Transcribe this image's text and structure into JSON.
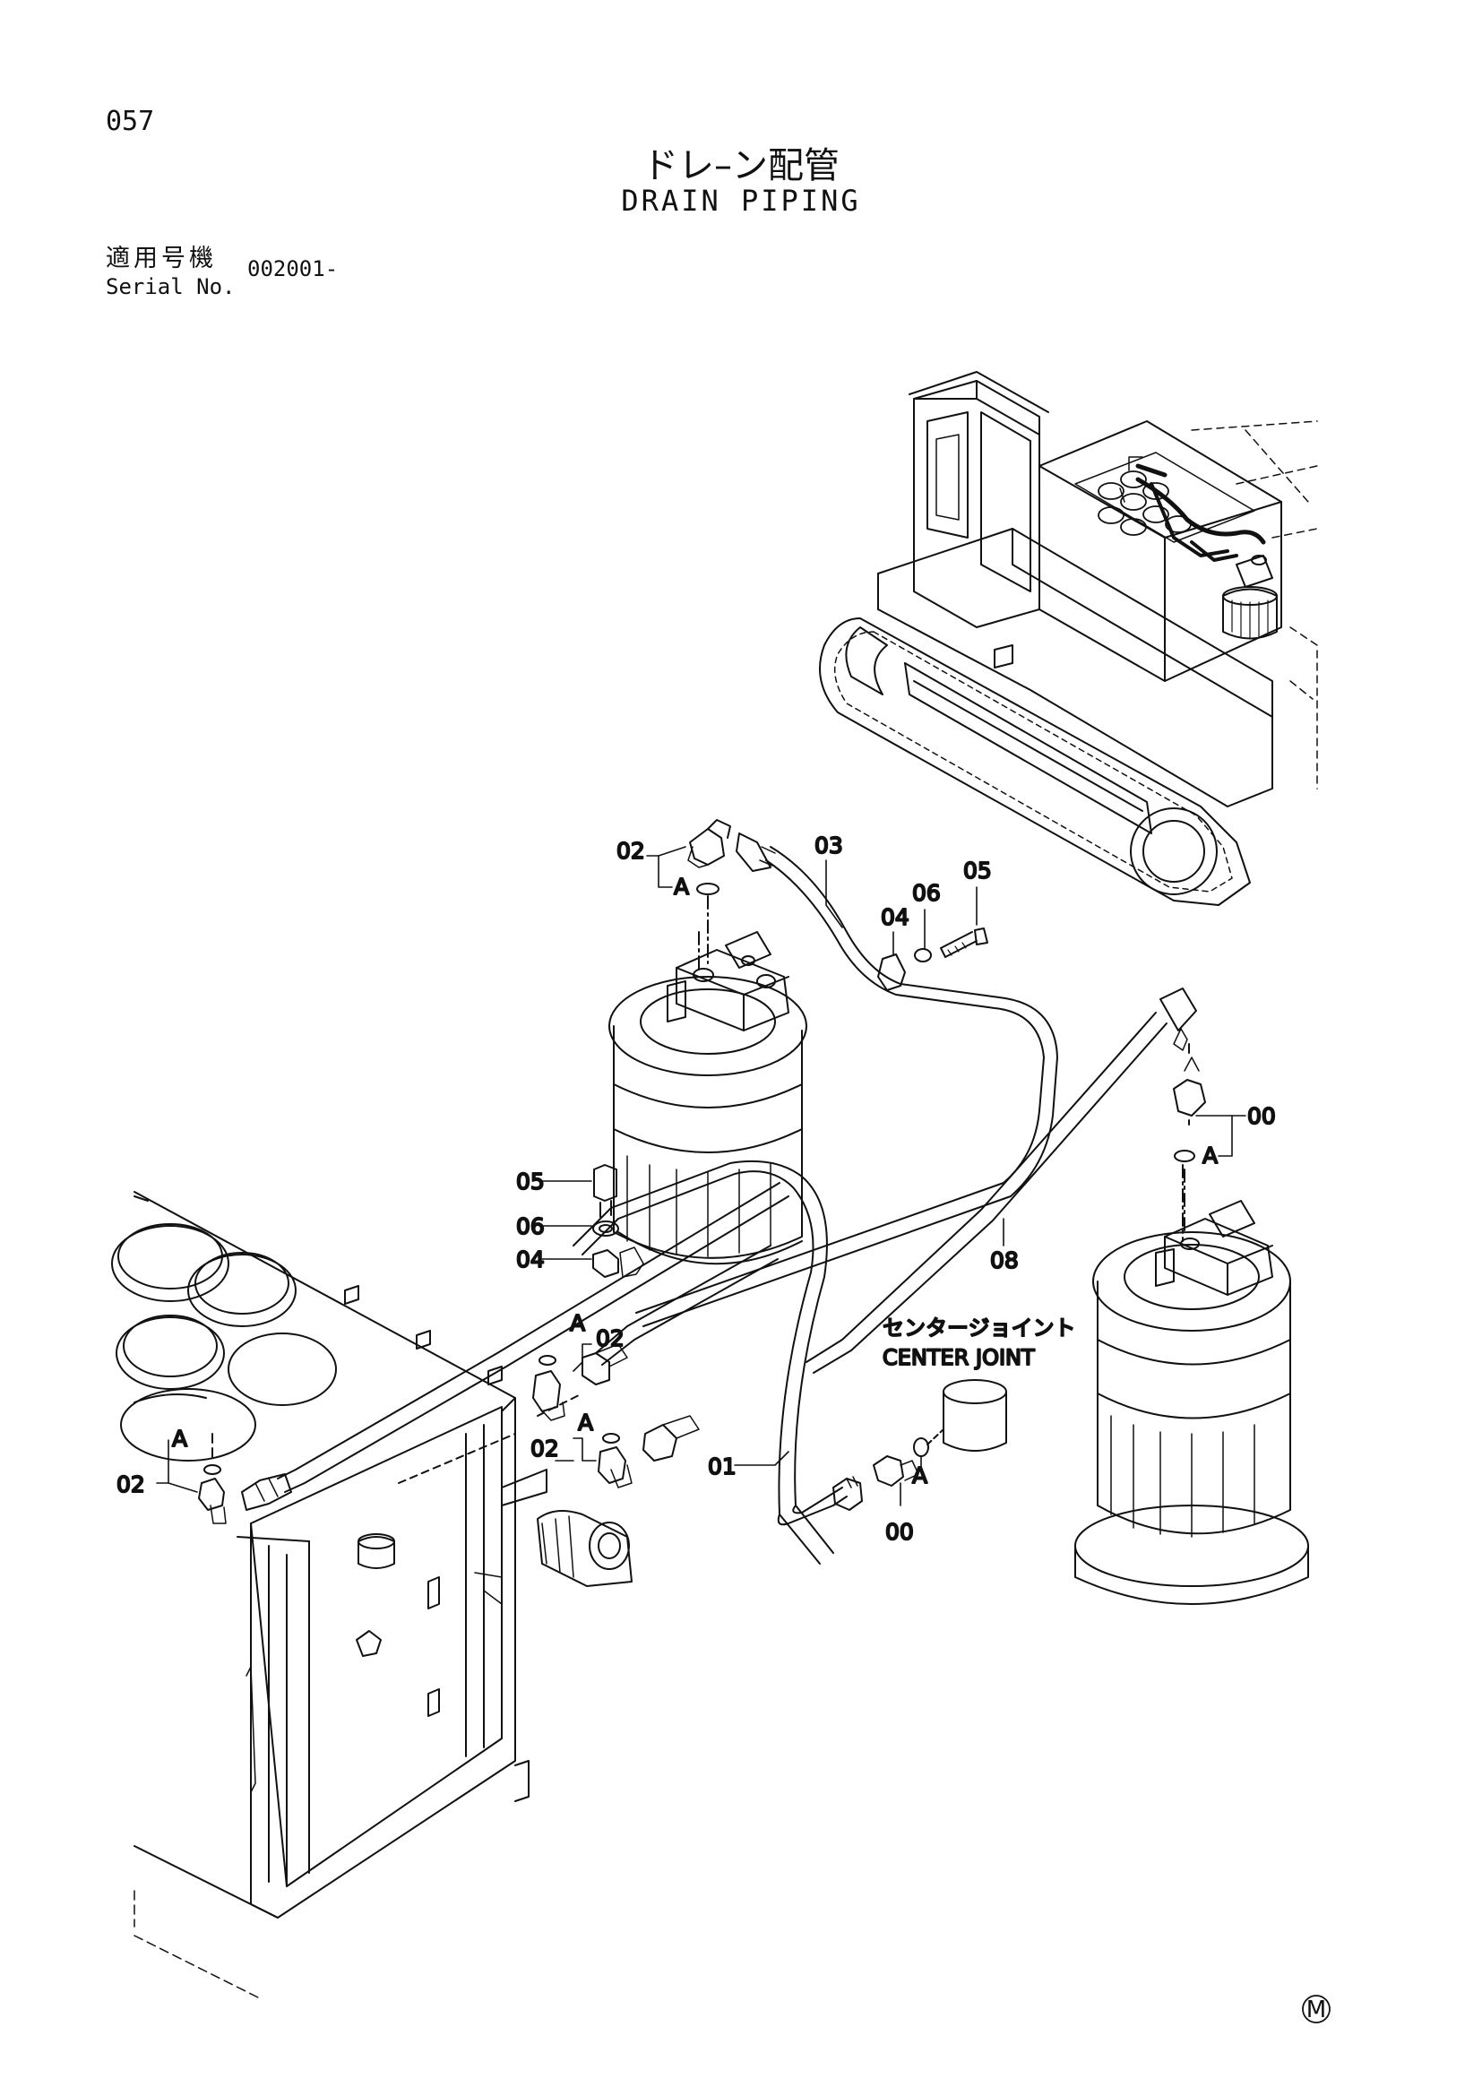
{
  "page": {
    "number": "057"
  },
  "title": {
    "japanese": "ドレ–ン配管",
    "english": "DRAIN PIPING"
  },
  "serial": {
    "label_jp": "適用号機",
    "label_en": "Serial No.",
    "value": "002001-"
  },
  "labels": {
    "l02_top": "02",
    "lA_top": "A",
    "l03": "03",
    "l04_top": "04",
    "l06_top": "06",
    "l05_top": "05",
    "l00_right": "00",
    "lA_right": "A",
    "l05_left": "05",
    "l06_left": "06",
    "l04_left": "04",
    "l08": "08",
    "lA_mid": "A",
    "l02_mid": "02",
    "lA_mid2": "A",
    "l02_mid2": "02",
    "lA_left": "A",
    "l02_left": "02",
    "l01": "01",
    "lA_bottom": "A",
    "l00_bottom": "00"
  },
  "center_joint": {
    "japanese": "センタージョイント",
    "english": "CENTER JOINT"
  },
  "footer": {
    "mark": "M"
  },
  "colors": {
    "line": "#111111",
    "background": "#ffffff"
  }
}
